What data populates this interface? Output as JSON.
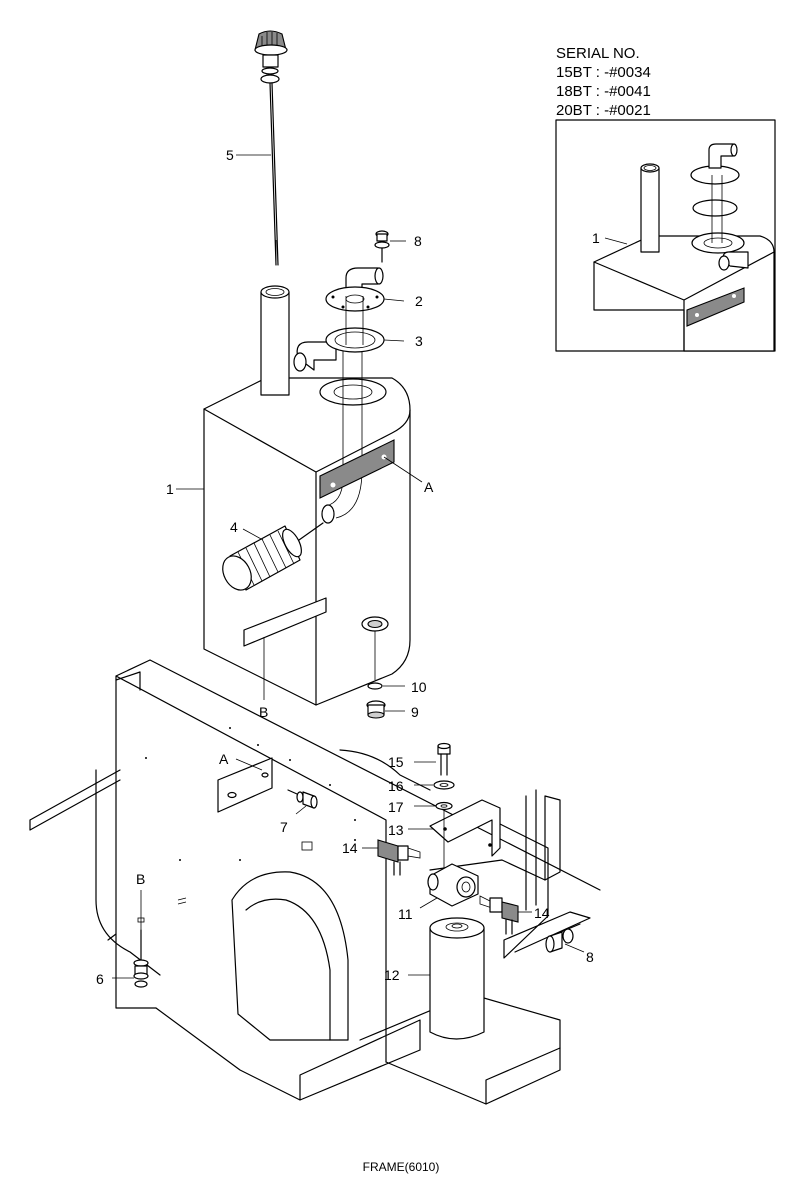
{
  "serial": {
    "title": "SERIAL NO.",
    "lines": [
      "15BT : -#0034",
      "18BT : -#0041",
      "20BT : -#0021"
    ]
  },
  "inset": {
    "callout": "1"
  },
  "callouts": {
    "c1": "1",
    "c2": "2",
    "c3": "3",
    "c4": "4",
    "c5": "5",
    "c6": "6",
    "c7": "7",
    "c8a": "8",
    "c8b": "8",
    "c9": "9",
    "c10": "10",
    "c11": "11",
    "c12": "12",
    "c13": "13",
    "c14a": "14",
    "c14b": "14",
    "c15": "15",
    "c16": "16",
    "c17": "17",
    "cA1": "A",
    "cA2": "A",
    "cB1": "B",
    "cB2": "B"
  },
  "caption": "FRAME(6010)"
}
